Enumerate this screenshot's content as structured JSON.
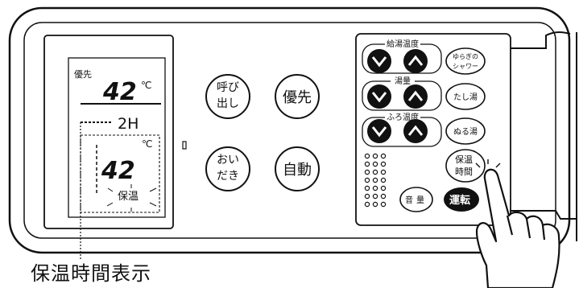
{
  "lcd": {
    "priority_label": "優先",
    "hot_water_temp": "42",
    "temp_unit": "℃",
    "timer_value": "2H",
    "bath_temp": "42",
    "bath_unit": "℃",
    "keep_warm_label": "保温"
  },
  "center_buttons": {
    "call": "呼び出し",
    "priority": "優先",
    "reheat": "おいだき",
    "auto": "自動"
  },
  "right_panel": {
    "hot_water_temp_label": "給湯温度",
    "hot_water_volume_label": "湯量",
    "bath_temp_label": "ふろ温度",
    "gentle_shower": "ゆらぎのシャワー",
    "add_hot_water": "たし湯",
    "add_cool_water": "ぬる湯",
    "keep_warm_time": "保温時間",
    "volume": "音量",
    "power": "運転"
  },
  "callout": "保温時間表示"
}
